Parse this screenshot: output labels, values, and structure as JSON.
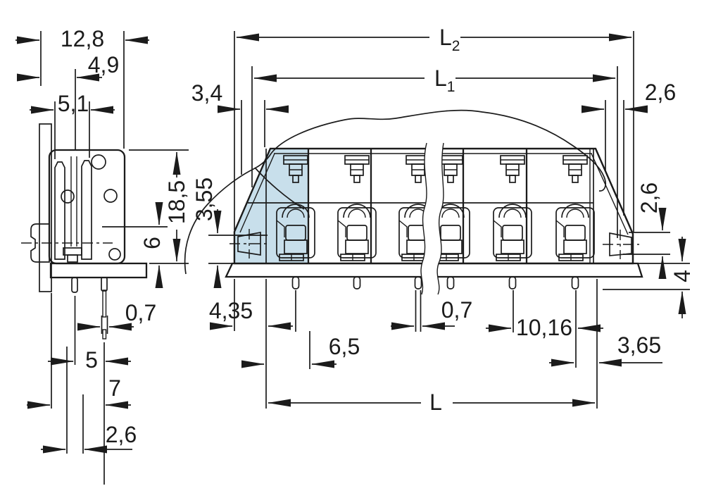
{
  "colors": {
    "body_orange": "#ec8a50",
    "pole_blue": "#c8dfeb",
    "clip_blue": "#a9c7dd",
    "pcb_green": "#79a67b",
    "clamp_yellow": "#f4e41f",
    "clamp_tan": "#f4bd8e",
    "pin_copper": "#d9a268",
    "line": "#1b1b1b"
  },
  "side_view": {
    "dims": {
      "overall_width": "12,8",
      "pin_offset": "4,9",
      "slot_width": "5,1",
      "body_height": "18,5",
      "lower_height": "6",
      "pin_width": "0,7",
      "pin_spacing": "5",
      "pin_depth": "7",
      "tail_width": "2,6"
    }
  },
  "front_view": {
    "dims": {
      "l2_base": "L",
      "l2_sub": "2",
      "l1_base": "L",
      "l1_sub": "1",
      "left_wall": "3,4",
      "right_top": "2,6",
      "flange": "3,55",
      "clip": "2,6",
      "pin_length": "4",
      "first_pin": "4,35",
      "screw_offset": "6,5",
      "pin_width": "0,7",
      "pitch": "10,16",
      "last_pin": "3,65",
      "length": "L"
    }
  }
}
